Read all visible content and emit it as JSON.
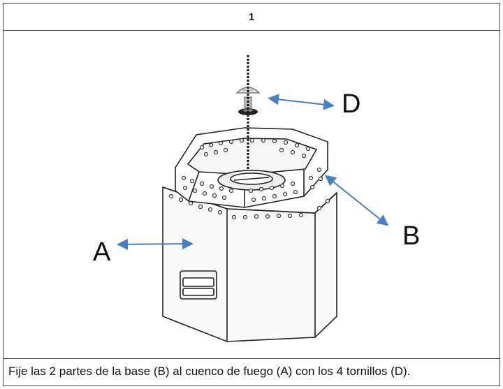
{
  "step": {
    "number": "1"
  },
  "figure": {
    "callouts": {
      "a": "A",
      "b": "B",
      "d": "D"
    }
  },
  "caption": {
    "text": "Fije las 2 partes de la base (B) al cuenco de fuego (A) con los 4 tornillos (D)."
  },
  "colors": {
    "border": "#444444",
    "arrow": "#4a7fc1",
    "line": "#222222"
  }
}
